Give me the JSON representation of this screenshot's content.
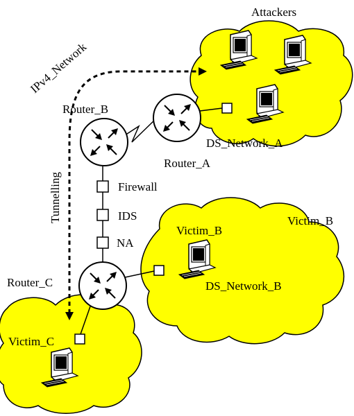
{
  "labels": {
    "attackers": "Attackers",
    "ipv4_network": "IPv4_Network",
    "router_b": "Router_B",
    "router_a": "Router_A",
    "router_c": "Router_C",
    "ds_network_a": "DS_Network_A",
    "ds_network_b": "DS_Network_B",
    "firewall": "Firewall",
    "ids": "IDS",
    "na": "NA",
    "tunnelling": "Tunnelling",
    "victim_b_top": "Victim_B",
    "victim_b_inner": "Victim_B",
    "victim_c": "Victim_C"
  },
  "colors": {
    "cloud_fill": "#ffff00",
    "stroke": "#000000",
    "background": "#ffffff"
  },
  "icons": [
    "router-icon",
    "computer-icon",
    "interface-box-icon"
  ]
}
